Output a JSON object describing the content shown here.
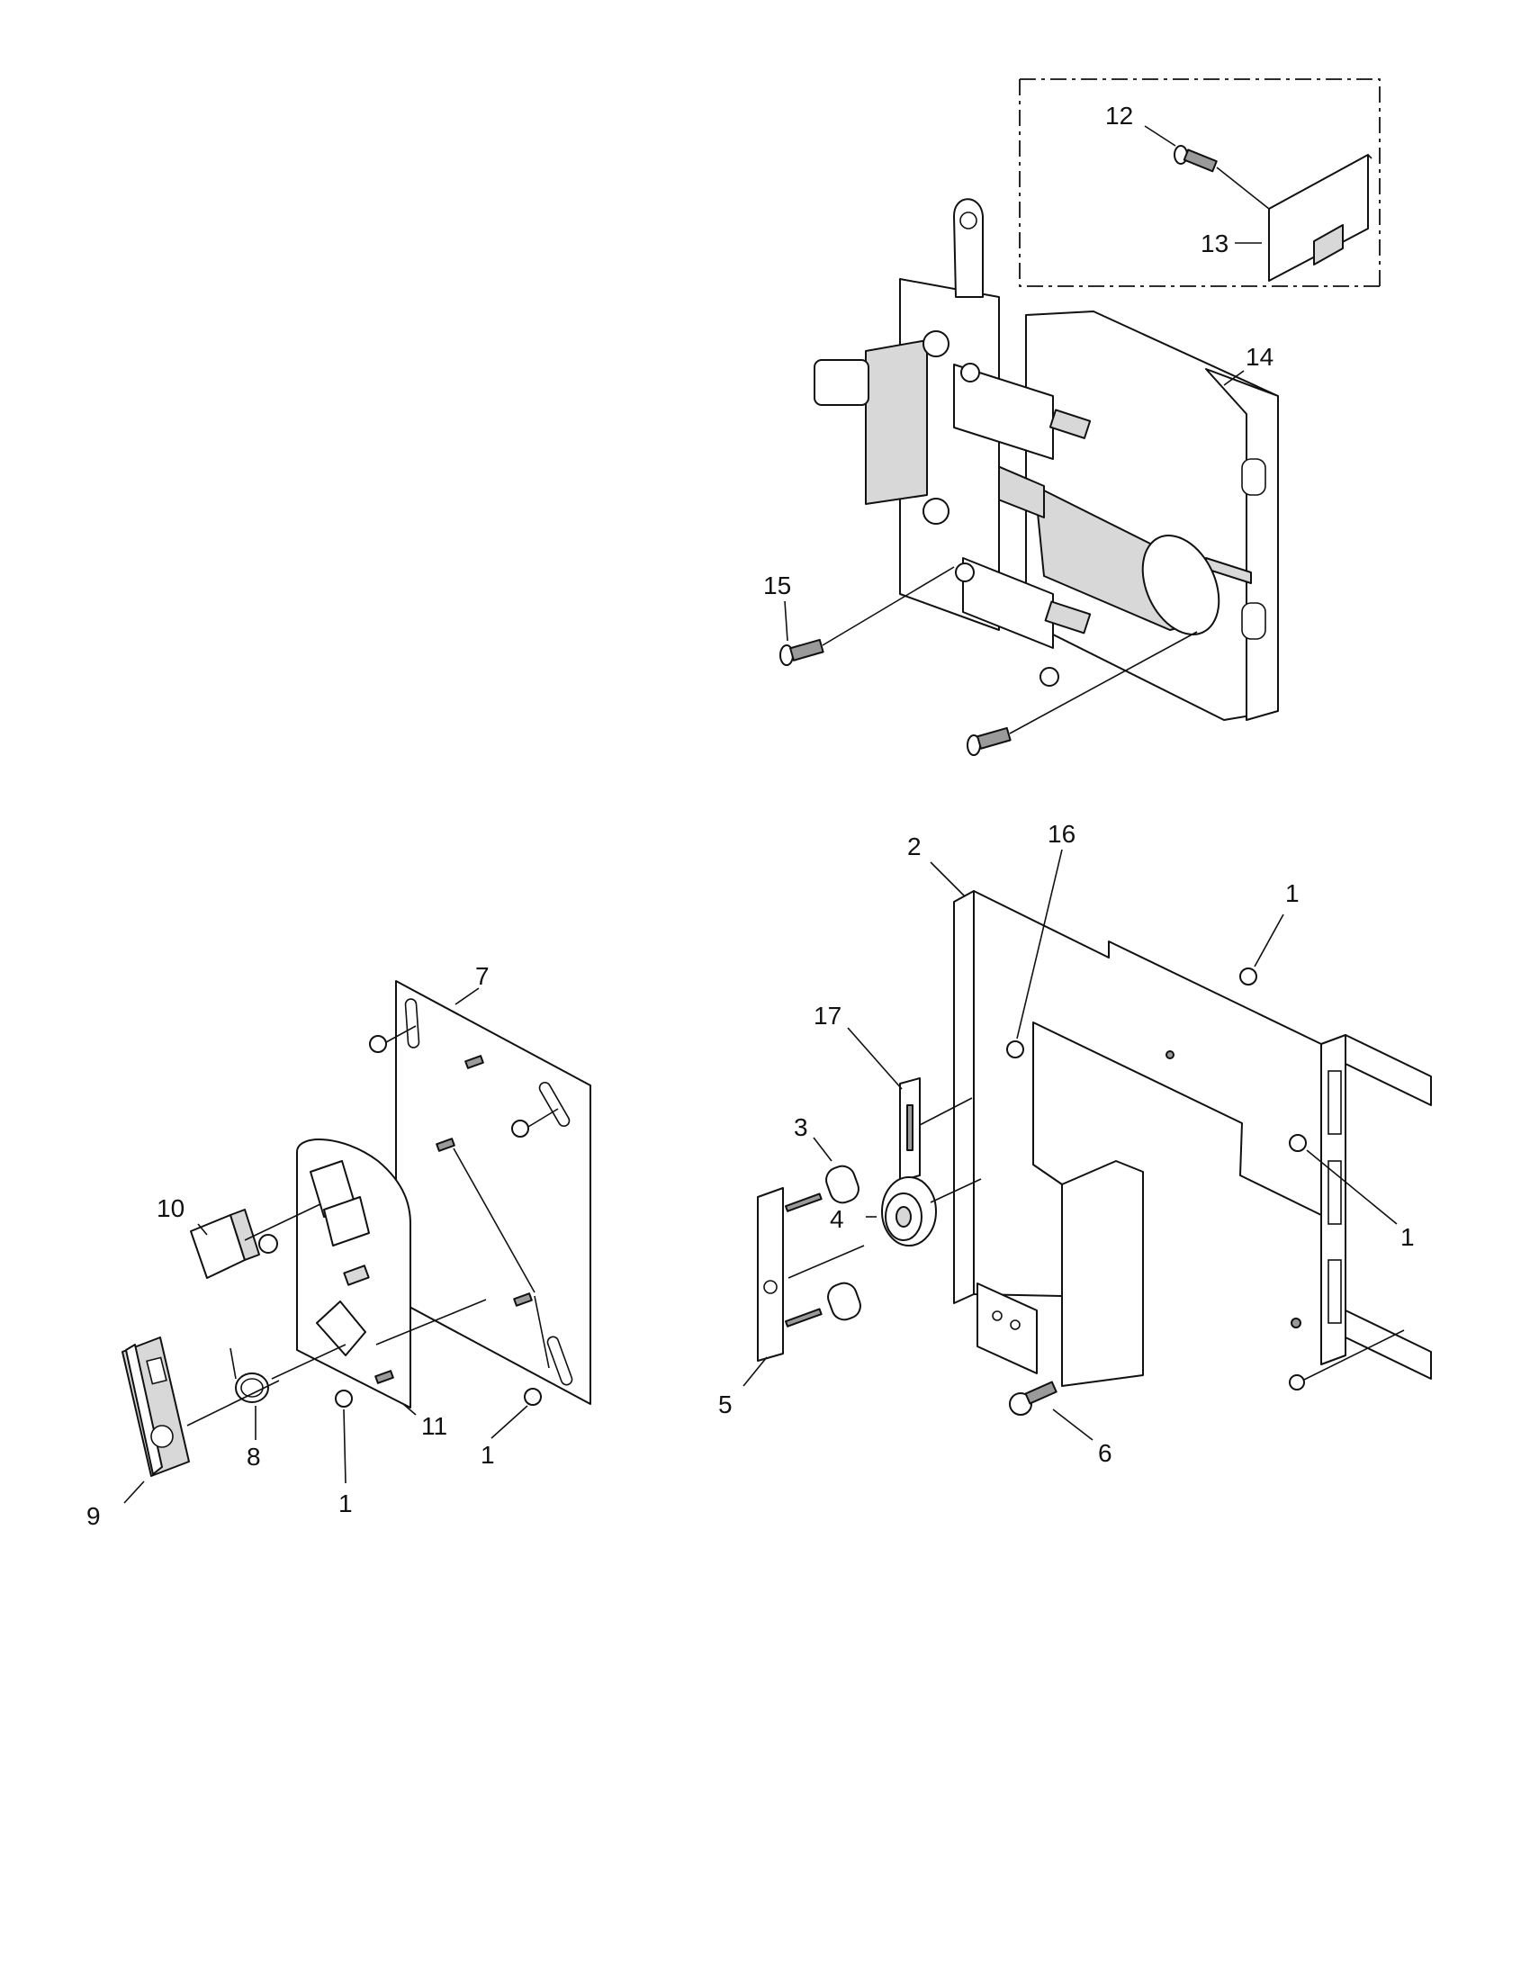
{
  "callouts": {
    "c1a": "1",
    "c1b": "1",
    "c1c": "1",
    "c1d": "1",
    "c2": "2",
    "c3": "3",
    "c4": "4",
    "c5": "5",
    "c6": "6",
    "c7": "7",
    "c8": "8",
    "c9": "9",
    "c10": "10",
    "c11": "11",
    "c12": "12",
    "c13": "13",
    "c14": "14",
    "c15": "15",
    "c16": "16",
    "c17": "17"
  },
  "colors": {
    "line": "#111111",
    "fill": "#ffffff",
    "shade": "#d8d8d8"
  }
}
